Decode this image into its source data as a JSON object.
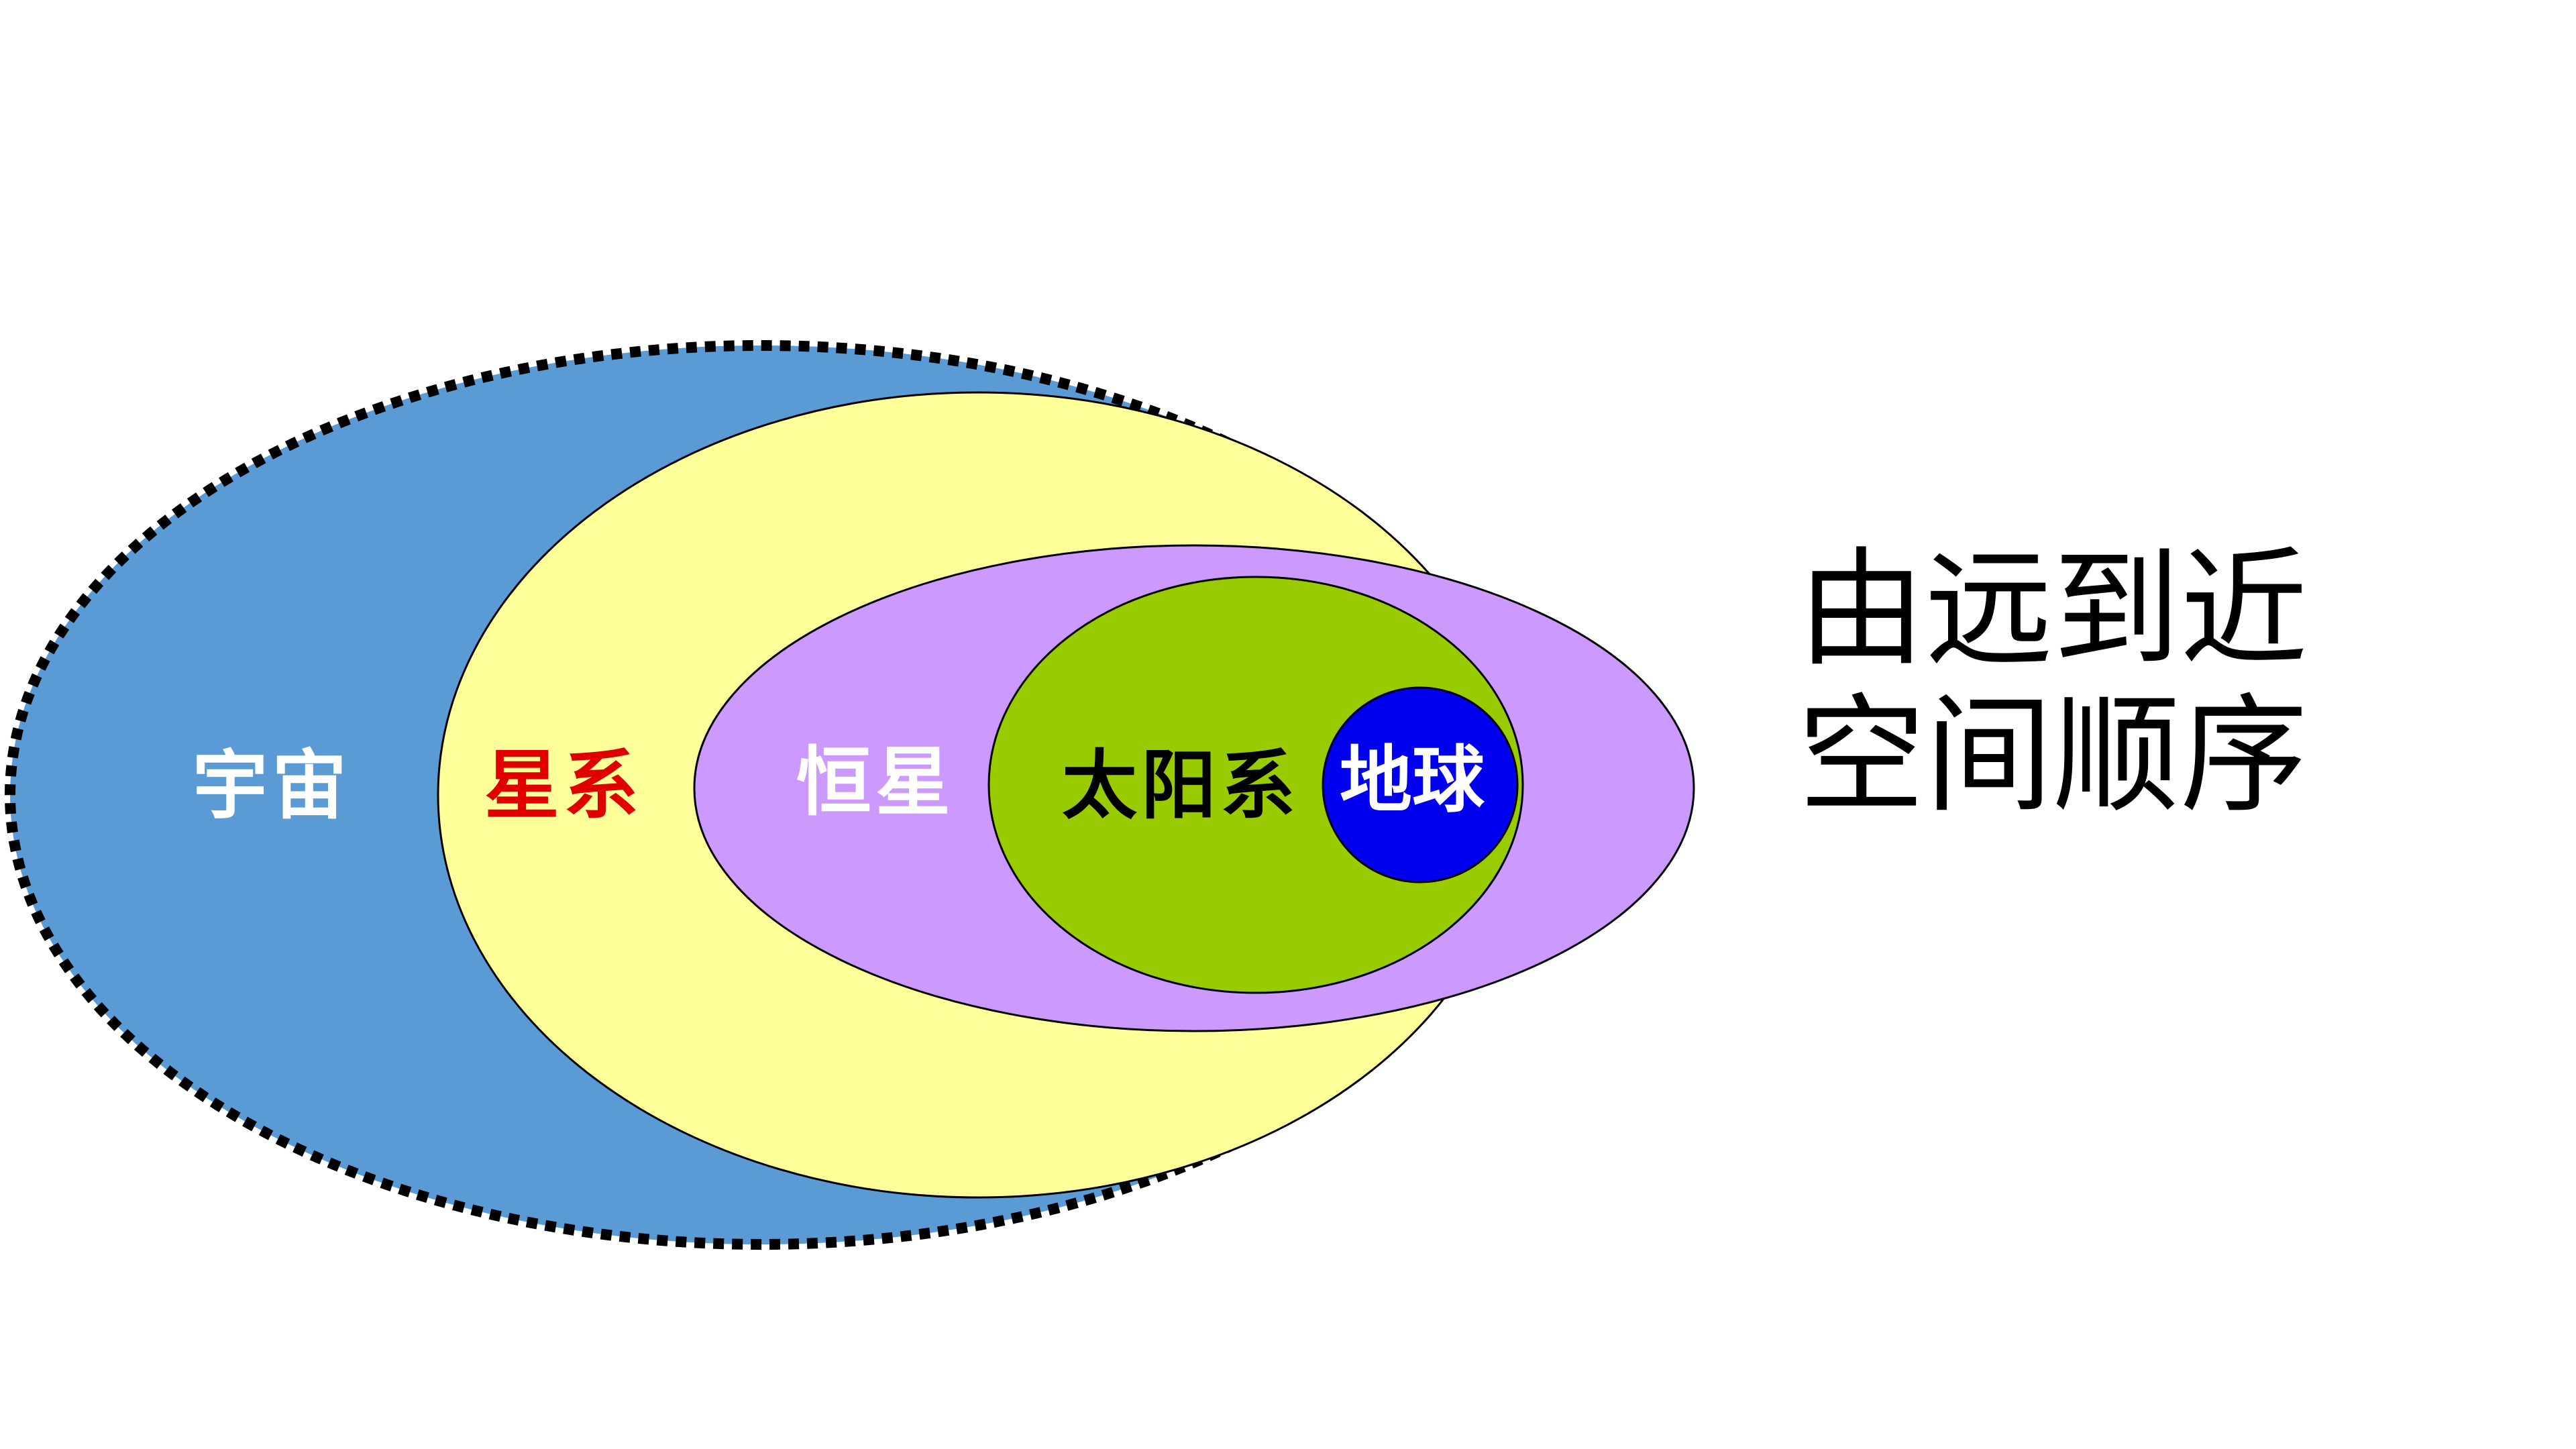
{
  "diagram": {
    "rings": [
      {
        "label": "宇宙",
        "fill": "#5b9bd5",
        "text_color": "#ffffff",
        "outline": "dotted-black"
      },
      {
        "label": "星系",
        "fill": "#ffff99",
        "text_color": "#e00000",
        "outline": "#000000"
      },
      {
        "label": "恒星",
        "fill": "#cc99ff",
        "text_color": "#ffffff",
        "outline": "#000000"
      },
      {
        "label": "太阳系",
        "fill": "#99cc00",
        "text_color": "#000000",
        "outline": "#000000"
      },
      {
        "label": "地球",
        "fill": "#0000ee",
        "text_color": "#ffffff",
        "outline": "#000000"
      }
    ]
  },
  "caption": {
    "line1": "由远到近",
    "line2": "空间顺序"
  }
}
